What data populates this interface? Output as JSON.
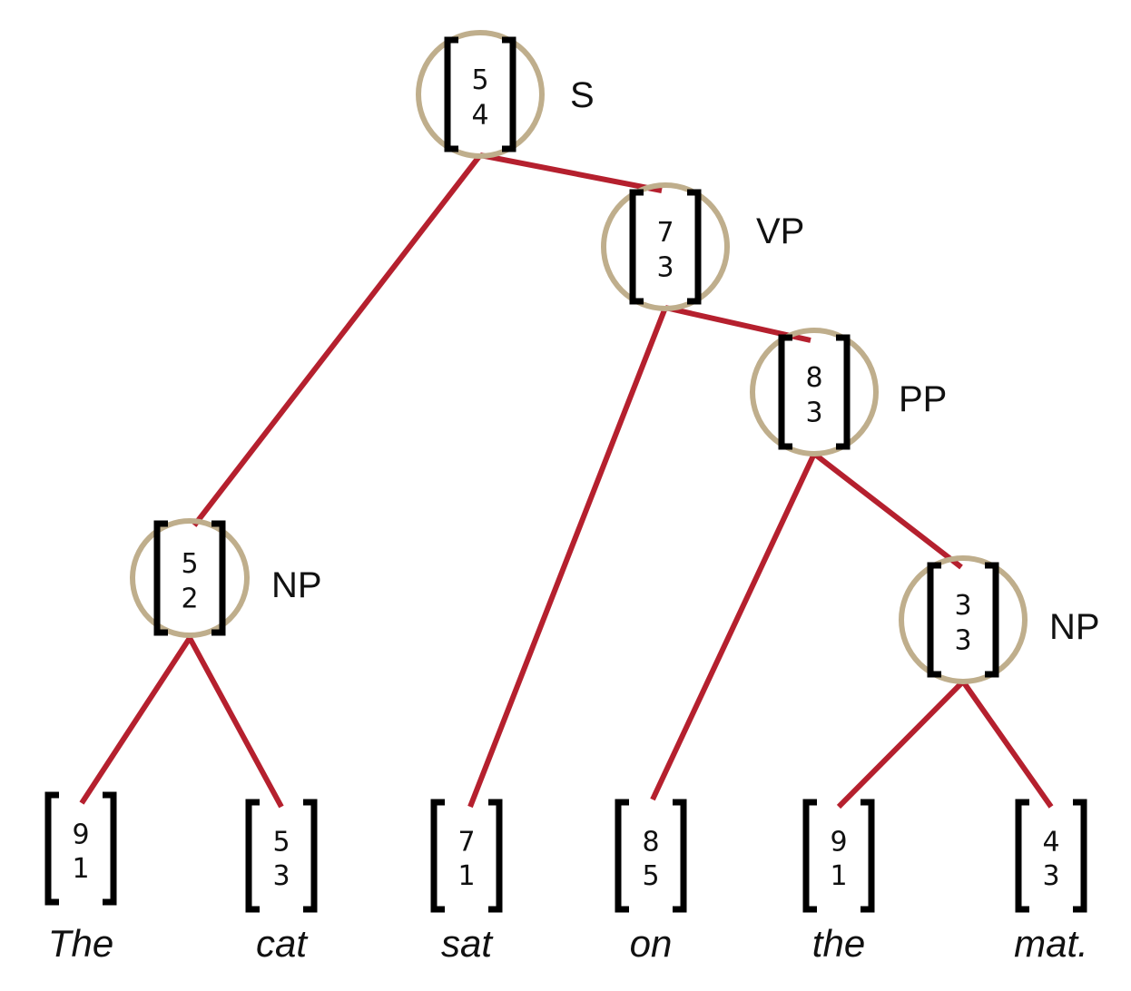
{
  "nodes": [
    {
      "id": "s",
      "label": "S",
      "vector": [
        "5",
        "4"
      ]
    },
    {
      "id": "vp",
      "label": "VP",
      "vector": [
        "7",
        "3"
      ]
    },
    {
      "id": "pp",
      "label": "PP",
      "vector": [
        "8",
        "3"
      ]
    },
    {
      "id": "np1",
      "label": "NP",
      "vector": [
        "5",
        "2"
      ]
    },
    {
      "id": "np2",
      "label": "NP",
      "vector": [
        "3",
        "3"
      ]
    }
  ],
  "leaves": [
    {
      "word": "The",
      "vector": [
        "9",
        "1"
      ]
    },
    {
      "word": "cat",
      "vector": [
        "5",
        "3"
      ]
    },
    {
      "word": "sat",
      "vector": [
        "7",
        "1"
      ]
    },
    {
      "word": "on",
      "vector": [
        "8",
        "5"
      ]
    },
    {
      "word": "the",
      "vector": [
        "9",
        "1"
      ]
    },
    {
      "word": "mat.",
      "vector": [
        "4",
        "3"
      ]
    }
  ],
  "colors": {
    "edge": "#b5202e",
    "ring": "#bfae8c",
    "bracket": "#000000"
  }
}
